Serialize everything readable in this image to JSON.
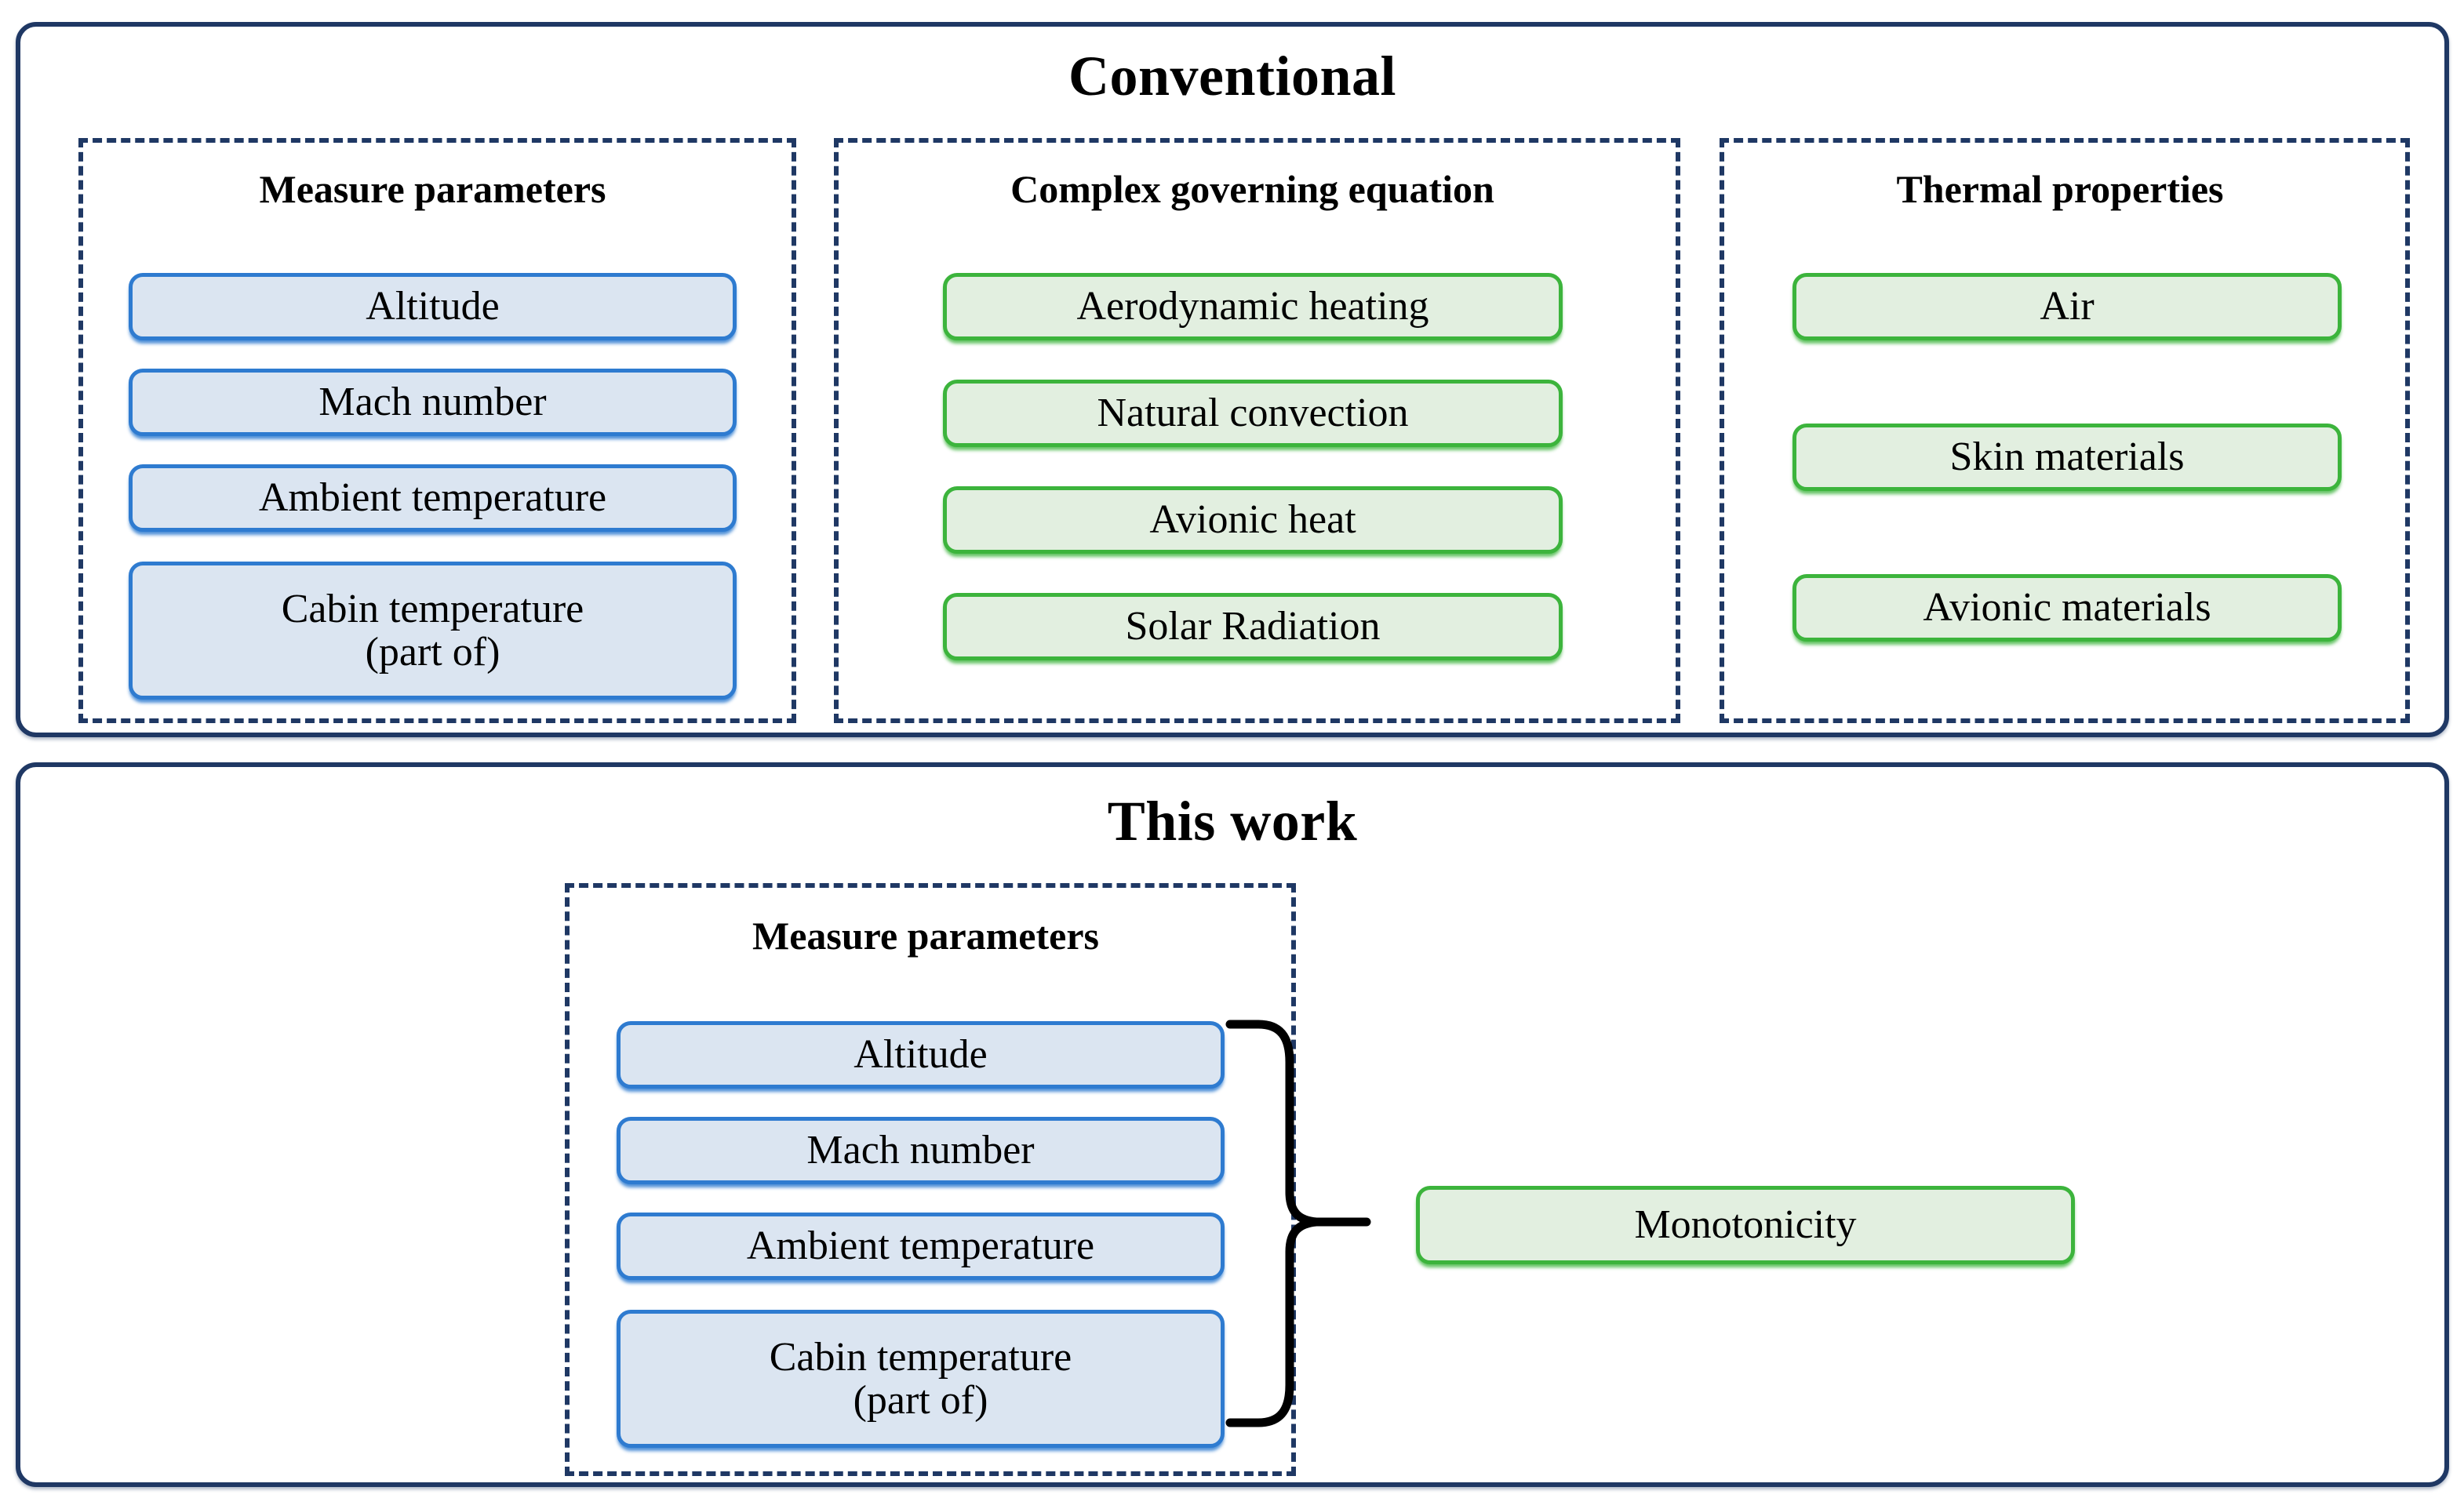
{
  "diagram": {
    "colors": {
      "panel_border": "#1f3864",
      "dashed_border": "#1f3864",
      "blue_pill_border": "#2e7bd0",
      "blue_pill_fill": "#dbe5f1",
      "green_pill_border": "#3cb43c",
      "green_pill_fill": "#e2efe0",
      "text": "#000000",
      "background": "#ffffff"
    },
    "panels": [
      {
        "id": "conventional",
        "title": "Conventional",
        "groups": [
          {
            "id": "measure-parameters",
            "title": "Measure parameters",
            "style": "blue",
            "items": [
              {
                "label": "Altitude"
              },
              {
                "label": "Mach number"
              },
              {
                "label": "Ambient temperature"
              },
              {
                "label": "Cabin temperature",
                "line2": "(part of)"
              }
            ]
          },
          {
            "id": "complex-governing-equation",
            "title": "Complex governing equation",
            "style": "green",
            "items": [
              {
                "label": "Aerodynamic  heating"
              },
              {
                "label": "Natural convection"
              },
              {
                "label": "Avionic heat"
              },
              {
                "label": "Solar Radiation"
              }
            ]
          },
          {
            "id": "thermal-properties",
            "title": "Thermal properties",
            "style": "green",
            "items": [
              {
                "label": "Air"
              },
              {
                "label": "Skin materials"
              },
              {
                "label": "Avionic materials"
              }
            ]
          }
        ]
      },
      {
        "id": "this-work",
        "title": "This work",
        "groups": [
          {
            "id": "measure-parameters-2",
            "title": "Measure parameters",
            "style": "blue",
            "items": [
              {
                "label": "Altitude"
              },
              {
                "label": "Mach number"
              },
              {
                "label": "Ambient temperature"
              },
              {
                "label": "Cabin temperature",
                "line2": "(part of)"
              }
            ]
          }
        ],
        "output": {
          "id": "monotonicity",
          "label": "Monotonicity",
          "style": "green"
        },
        "connector": "curly-brace"
      }
    ]
  }
}
